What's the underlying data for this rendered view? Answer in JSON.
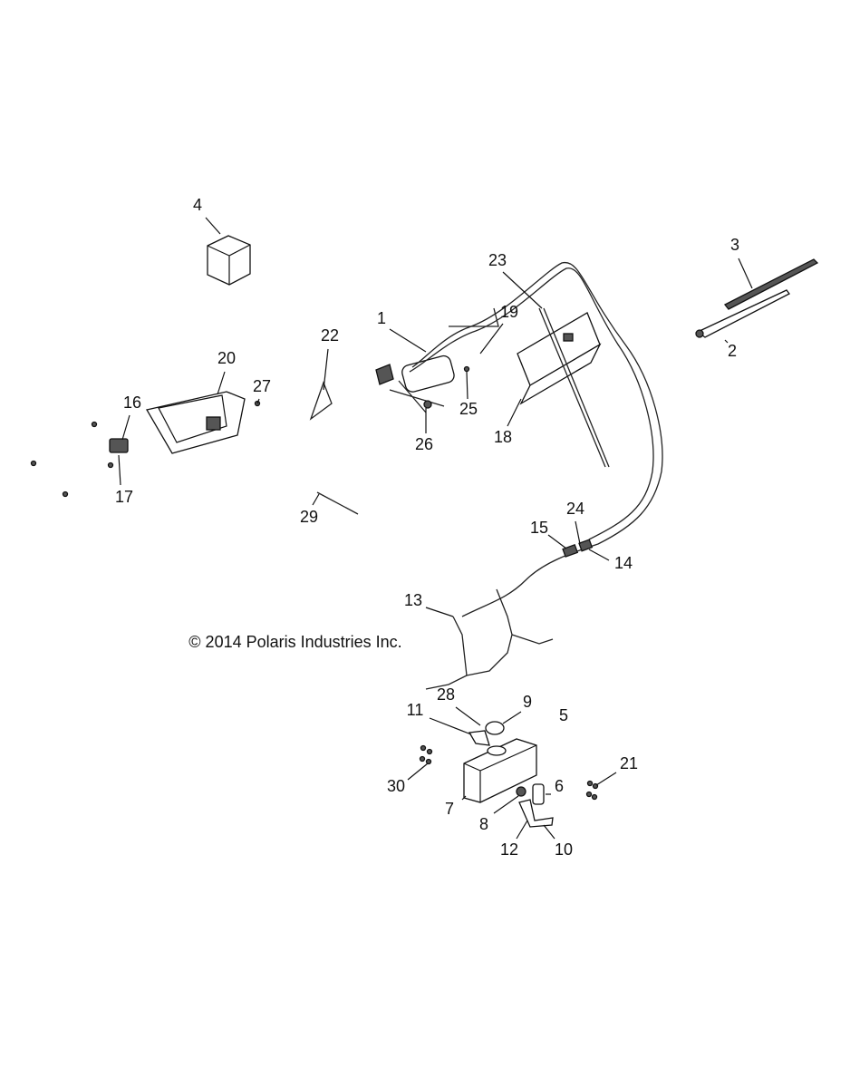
{
  "diagram": {
    "copyright": "© 2014 Polaris Industries Inc.",
    "callouts": {
      "c1": "1",
      "c2": "2",
      "c3": "3",
      "c4": "4",
      "c5": "5",
      "c6": "6",
      "c7": "7",
      "c8": "8",
      "c9": "9",
      "c10": "10",
      "c11": "11",
      "c12": "12",
      "c13": "13",
      "c14": "14",
      "c15": "15",
      "c16": "16",
      "c17": "17",
      "c18": "18",
      "c19": "19",
      "c20": "20",
      "c21": "21",
      "c22": "22",
      "c23": "23",
      "c24": "24",
      "c25": "25",
      "c26": "26",
      "c27": "27",
      "c28": "28",
      "c29": "29",
      "c30": "30"
    }
  }
}
